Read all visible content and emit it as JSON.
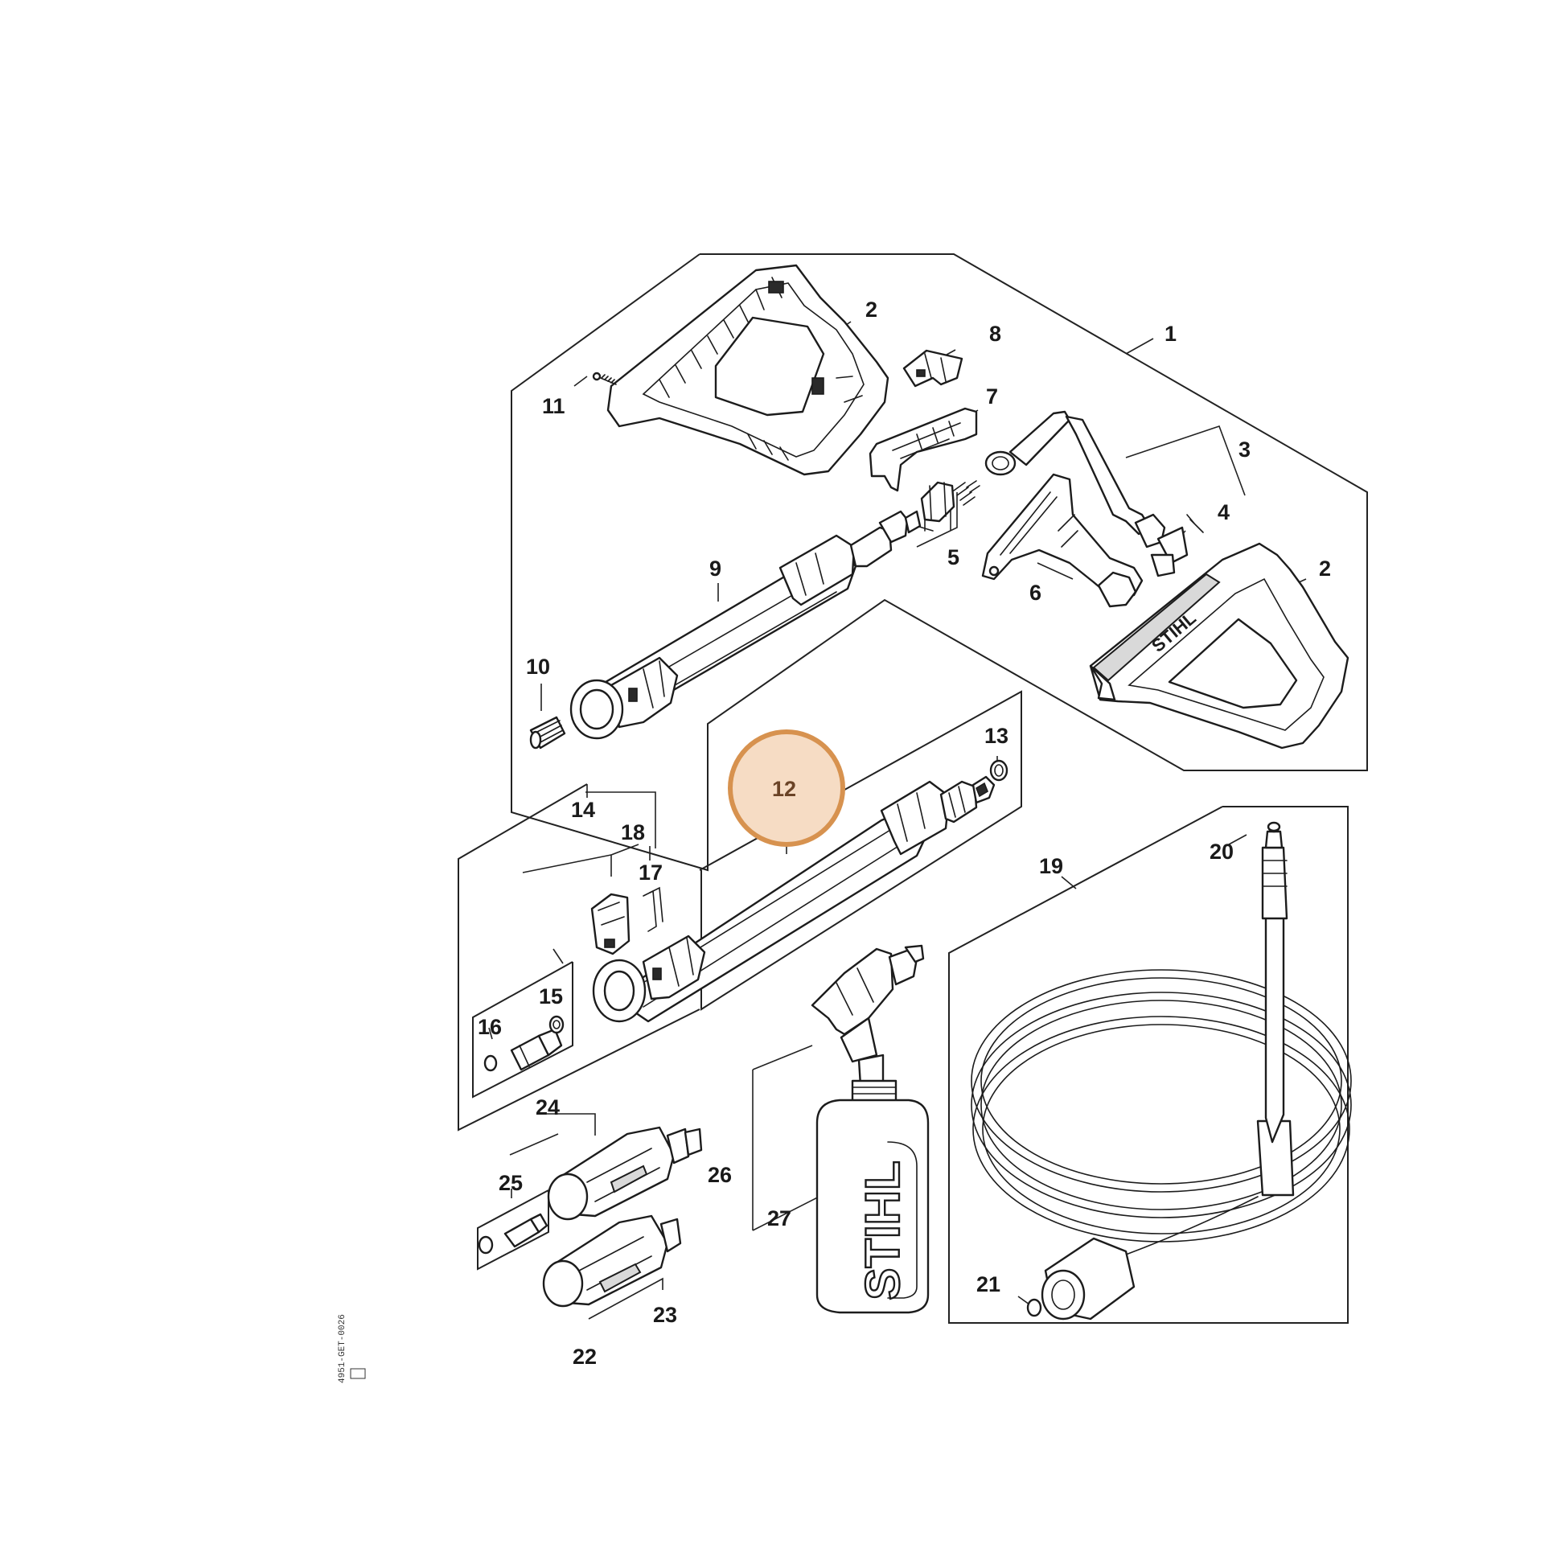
{
  "diagram": {
    "labels": [
      {
        "id": "1",
        "text": "1"
      },
      {
        "id": "2a",
        "text": "2"
      },
      {
        "id": "2b",
        "text": "2"
      },
      {
        "id": "3",
        "text": "3"
      },
      {
        "id": "4",
        "text": "4"
      },
      {
        "id": "5",
        "text": "5"
      },
      {
        "id": "6",
        "text": "6"
      },
      {
        "id": "7",
        "text": "7"
      },
      {
        "id": "8",
        "text": "8"
      },
      {
        "id": "9",
        "text": "9"
      },
      {
        "id": "10",
        "text": "10"
      },
      {
        "id": "11",
        "text": "11"
      },
      {
        "id": "12",
        "text": "12"
      },
      {
        "id": "13",
        "text": "13"
      },
      {
        "id": "14",
        "text": "14"
      },
      {
        "id": "15",
        "text": "15"
      },
      {
        "id": "16",
        "text": "16"
      },
      {
        "id": "17",
        "text": "17"
      },
      {
        "id": "18",
        "text": "18"
      },
      {
        "id": "19",
        "text": "19"
      },
      {
        "id": "20",
        "text": "20"
      },
      {
        "id": "21",
        "text": "21"
      },
      {
        "id": "22",
        "text": "22"
      },
      {
        "id": "23",
        "text": "23"
      },
      {
        "id": "24",
        "text": "24"
      },
      {
        "id": "25",
        "text": "25"
      },
      {
        "id": "26",
        "text": "26"
      },
      {
        "id": "27",
        "text": "27"
      }
    ],
    "highlighted_part": "12",
    "highlight_color": "#d7924f",
    "highlight_fill": "#f6dcc4",
    "brand_text": "STIHL",
    "drawing_code": "4951-GET-0026"
  }
}
